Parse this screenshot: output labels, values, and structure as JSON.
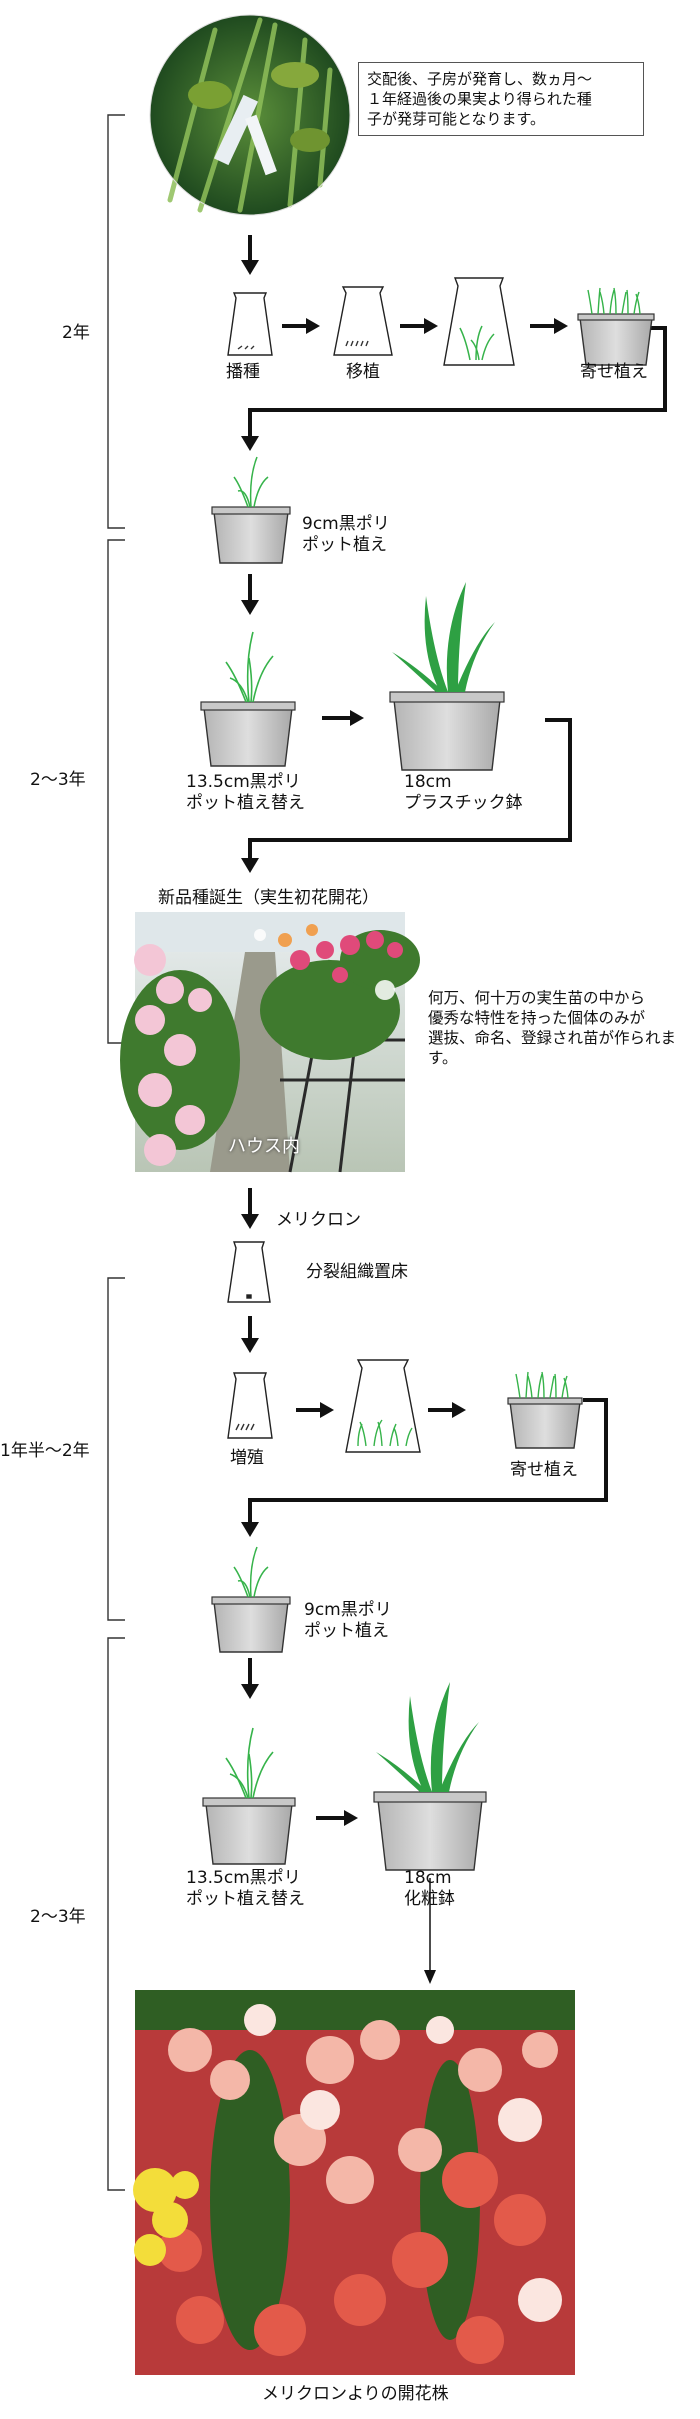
{
  "pollination_note": "交配後、子房が発育し、数ヵ月〜\n１年経過後の果実より得られた種\n子が発芽可能となります。",
  "stages": {
    "stage1": "2年",
    "stage2": "2〜3年",
    "stage3": "1年半〜2年",
    "stage4": "2〜3年"
  },
  "seedling": {
    "sowing": "播種",
    "transplant": "移植",
    "community_pot": "寄せ植え",
    "pot9": "9cm黒ポリ\nポット植え",
    "pot135": "13.5cm黒ポリ\nポット植え替え",
    "pot18": "18cm\nプラスチック鉢"
  },
  "new_variety": {
    "title": "新品種誕生（実生初花開花）",
    "photo_caption": "ハウス内",
    "note": "何万、何十万の実生苗の中から\n優秀な特性を持った個体のみが\n選抜、命名、登録され苗が作られます。"
  },
  "mericlone": {
    "title": "メリクロン",
    "meristem": "分裂組織置床",
    "proliferation": "増殖",
    "community_pot": "寄せ植え",
    "pot9": "9cm黒ポリ\nポット植え",
    "pot135": "13.5cm黒ポリ\nポット植え替え",
    "pot18": "18cm\n化粧鉢"
  },
  "final_caption": "メリクロンよりの開花株"
}
